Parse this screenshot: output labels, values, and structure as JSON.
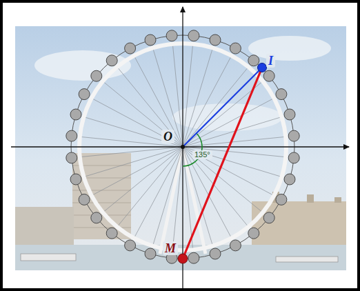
{
  "diagram": {
    "labels": [
      "O",
      "I",
      "M",
      "135°"
    ]
  }
}
